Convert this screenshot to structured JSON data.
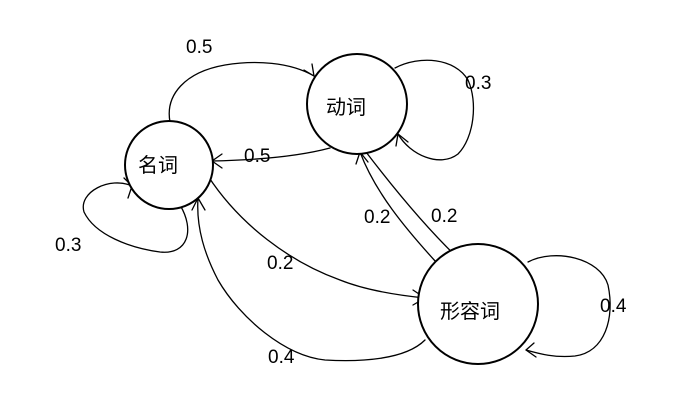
{
  "nodes": {
    "noun": "名词",
    "verb": "动词",
    "adjective": "形容词"
  },
  "edges": {
    "noun_to_verb": "0.5",
    "verb_to_noun": "0.5",
    "verb_self": "0.3",
    "noun_self": "0.3",
    "verb_to_adjective": "0.2",
    "adjective_to_verb": "0.2",
    "noun_to_adjective": "0.2",
    "adjective_to_noun": "0.4",
    "adjective_self": "0.4"
  }
}
